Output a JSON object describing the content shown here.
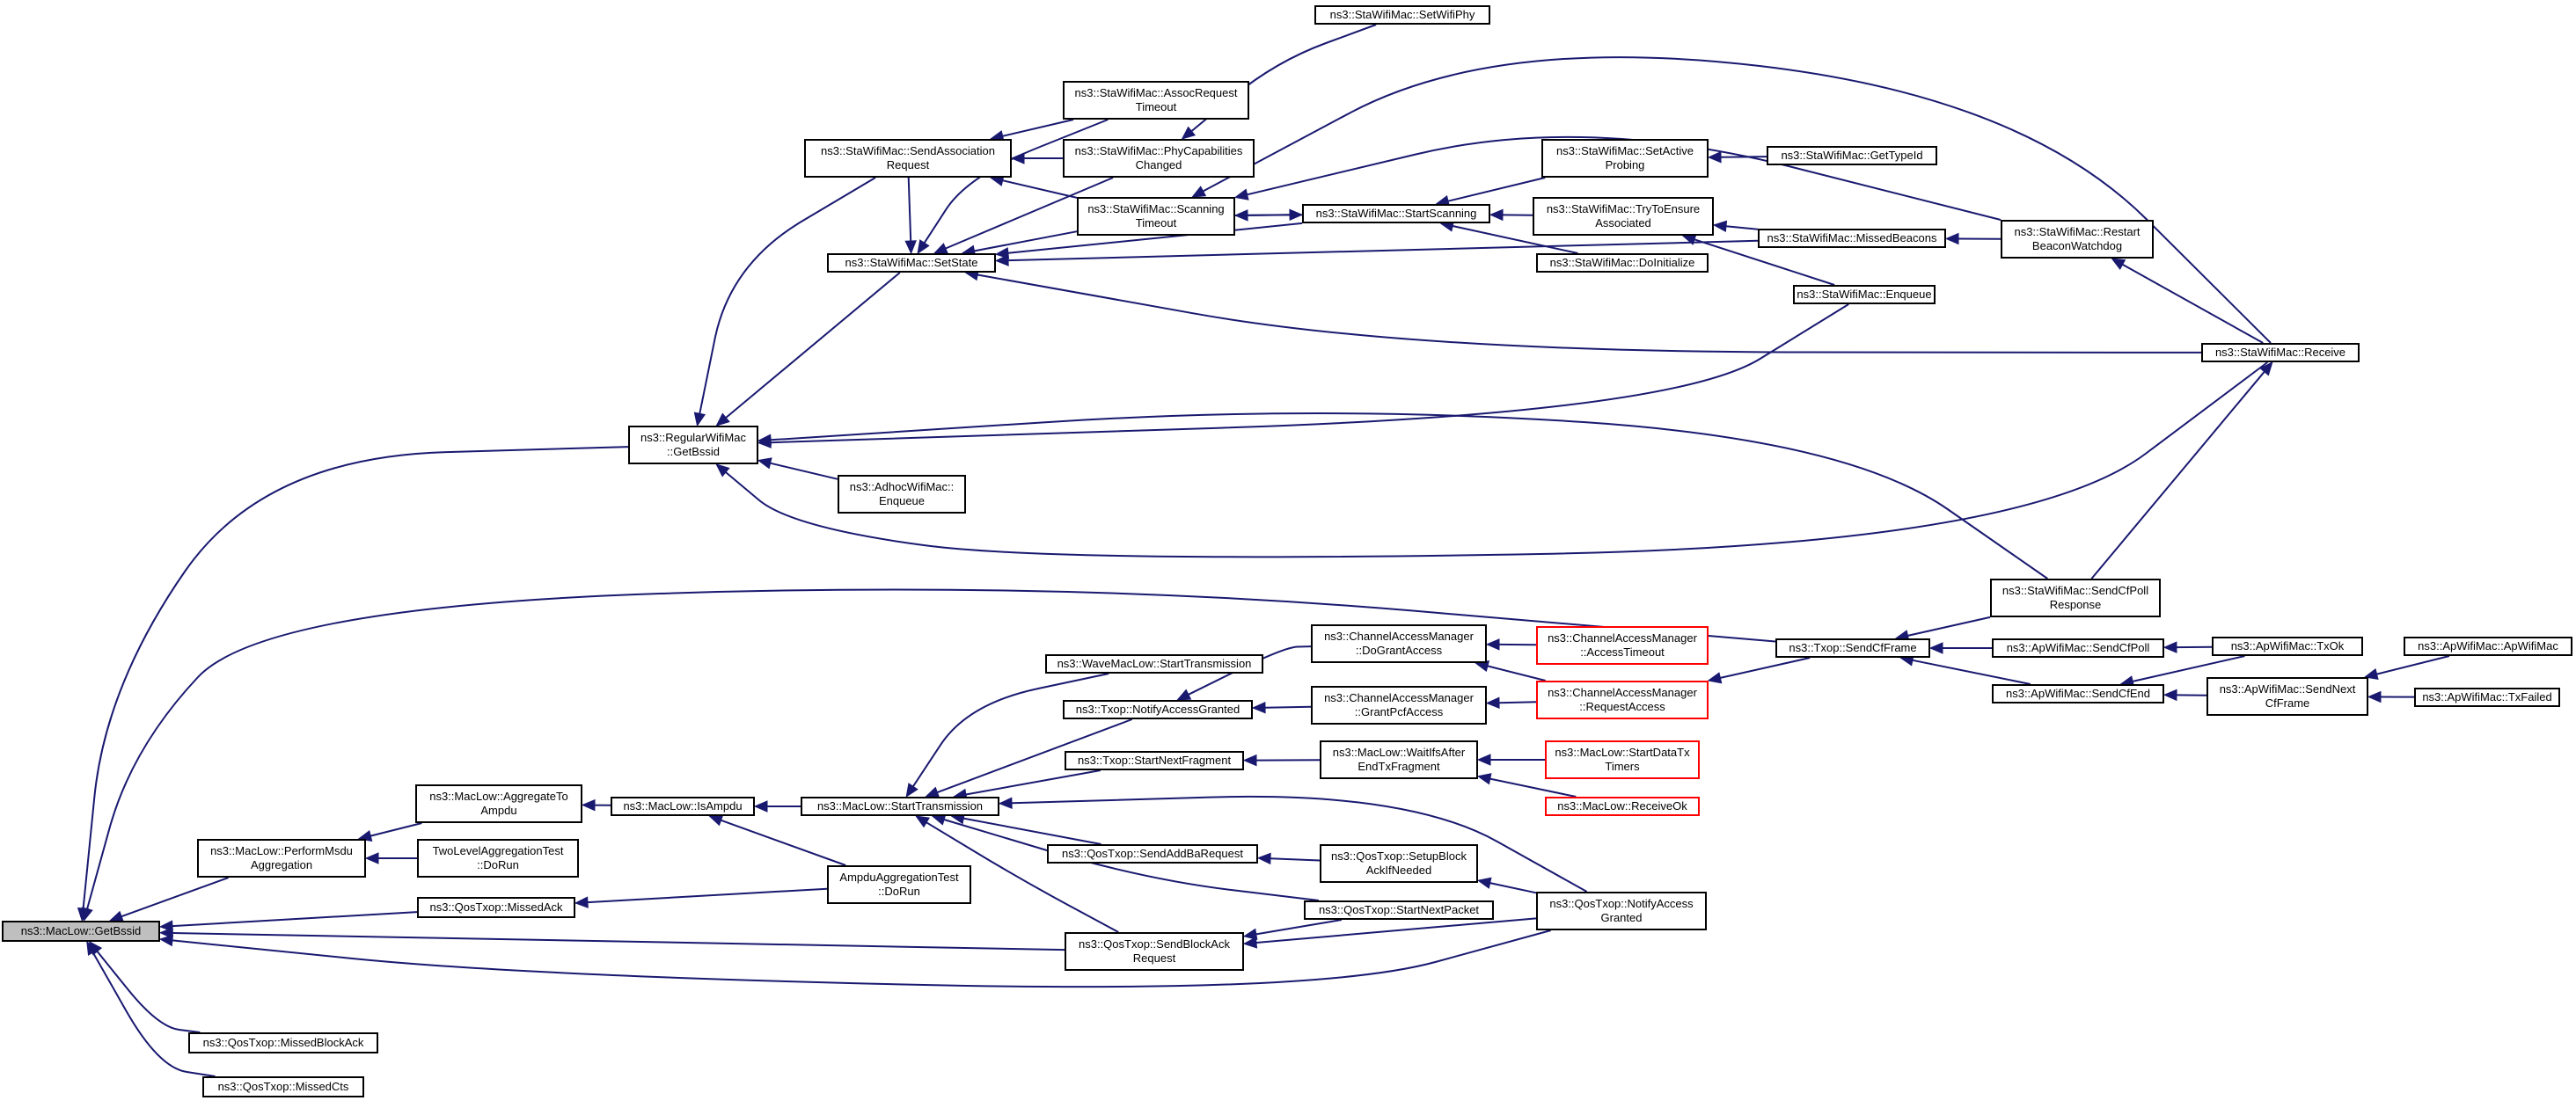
{
  "diagram": {
    "nodes": [
      {
        "id": "getbssid",
        "text": "ns3::MacLow::GetBssid",
        "style": "grey"
      },
      {
        "id": "qosmissedblockack",
        "text": "ns3::QosTxop::MissedBlockAck"
      },
      {
        "id": "qosmissedcts",
        "text": "ns3::QosTxop::MissedCts"
      },
      {
        "id": "qosmissedack",
        "text": "ns3::QosTxop::MissedAck"
      },
      {
        "id": "performmsdu",
        "text": "ns3::MacLow::PerformMsdu\nAggregation"
      },
      {
        "id": "aggregatetoampdu",
        "text": "ns3::MacLow::AggregateTo\nAmpdu"
      },
      {
        "id": "twolevel",
        "text": "TwoLevelAggregationTest\n::DoRun"
      },
      {
        "id": "isampdu",
        "text": "ns3::MacLow::IsAmpdu"
      },
      {
        "id": "ampdutest",
        "text": "AmpduAggregationTest\n::DoRun"
      },
      {
        "id": "starttransmission",
        "text": "ns3::MacLow::StartTransmission"
      },
      {
        "id": "wavestart",
        "text": "ns3::WaveMacLow::StartTransmission"
      },
      {
        "id": "notifyaccessgranted",
        "text": "ns3::Txop::NotifyAccessGranted"
      },
      {
        "id": "startnextfragment",
        "text": "ns3::Txop::StartNextFragment"
      },
      {
        "id": "sendaddbarequest",
        "text": "ns3::QosTxop::SendAddBaRequest"
      },
      {
        "id": "sendblockackrequest",
        "text": "ns3::QosTxop::SendBlockAck\nRequest"
      },
      {
        "id": "dograntaccess",
        "text": "ns3::ChannelAccessManager\n::DoGrantAccess"
      },
      {
        "id": "grantpcfaccess",
        "text": "ns3::ChannelAccessManager\n::GrantPcfAccess"
      },
      {
        "id": "waitifs",
        "text": "ns3::MacLow::WaitIfsAfter\nEndTxFragment"
      },
      {
        "id": "setupblockack",
        "text": "ns3::QosTxop::SetupBlock\nAckIfNeeded"
      },
      {
        "id": "qosstartnextpacket",
        "text": "ns3::QosTxop::StartNextPacket"
      },
      {
        "id": "qosnotifyaccess",
        "text": "ns3::QosTxop::NotifyAccess\nGranted"
      },
      {
        "id": "accesstimeout",
        "text": "ns3::ChannelAccessManager\n::AccessTimeout",
        "style": "red"
      },
      {
        "id": "requestaccess",
        "text": "ns3::ChannelAccessManager\n::RequestAccess",
        "style": "red"
      },
      {
        "id": "startdatatx",
        "text": "ns3::MacLow::StartDataTx\nTimers",
        "style": "red"
      },
      {
        "id": "receiveok",
        "text": "ns3::MacLow::ReceiveOk",
        "style": "red"
      },
      {
        "id": "sendcfframe",
        "text": "ns3::Txop::SendCfFrame"
      },
      {
        "id": "sendcfpoll",
        "text": "ns3::StaWifiMac::SendCfPoll\nResponse"
      },
      {
        "id": "apsendcfpoll",
        "text": "ns3::ApWifiMac::SendCfPoll"
      },
      {
        "id": "apsendcfend",
        "text": "ns3::ApWifiMac::SendCfEnd"
      },
      {
        "id": "aptxok",
        "text": "ns3::ApWifiMac::TxOk"
      },
      {
        "id": "apsendnextcf",
        "text": "ns3::ApWifiMac::SendNext\nCfFrame"
      },
      {
        "id": "apwifimac",
        "text": "ns3::ApWifiMac::ApWifiMac"
      },
      {
        "id": "aptxfailed",
        "text": "ns3::ApWifiMac::TxFailed"
      },
      {
        "id": "regulargetbssid",
        "text": "ns3::RegularWifiMac\n::GetBssid"
      },
      {
        "id": "adhocenqueue",
        "text": "ns3::AdhocWifiMac::\nEnqueue"
      },
      {
        "id": "setstate",
        "text": "ns3::StaWifiMac::SetState"
      },
      {
        "id": "sendassociation",
        "text": "ns3::StaWifiMac::SendAssociation\nRequest"
      },
      {
        "id": "assoctimeout",
        "text": "ns3::StaWifiMac::AssocRequest\nTimeout"
      },
      {
        "id": "phycapabilities",
        "text": "ns3::StaWifiMac::PhyCapabilities\nChanged"
      },
      {
        "id": "setwifiphy",
        "text": "ns3::StaWifiMac::SetWifiPhy"
      },
      {
        "id": "scanningtimeout",
        "text": "ns3::StaWifiMac::Scanning\nTimeout"
      },
      {
        "id": "startscanning",
        "text": "ns3::StaWifiMac::StartScanning"
      },
      {
        "id": "setactiveprobing",
        "text": "ns3::StaWifiMac::SetActive\nProbing"
      },
      {
        "id": "gettypeid",
        "text": "ns3::StaWifiMac::GetTypeId"
      },
      {
        "id": "trytoensure",
        "text": "ns3::StaWifiMac::TryToEnsure\nAssociated"
      },
      {
        "id": "doinitialize",
        "text": "ns3::StaWifiMac::DoInitialize"
      },
      {
        "id": "missedbeacons",
        "text": "ns3::StaWifiMac::MissedBeacons"
      },
      {
        "id": "restartbeacon",
        "text": "ns3::StaWifiMac::Restart\nBeaconWatchdog"
      },
      {
        "id": "staenqueue",
        "text": "ns3::StaWifiMac::Enqueue"
      },
      {
        "id": "stareceive",
        "text": "ns3::StaWifiMac::Receive"
      }
    ]
  }
}
